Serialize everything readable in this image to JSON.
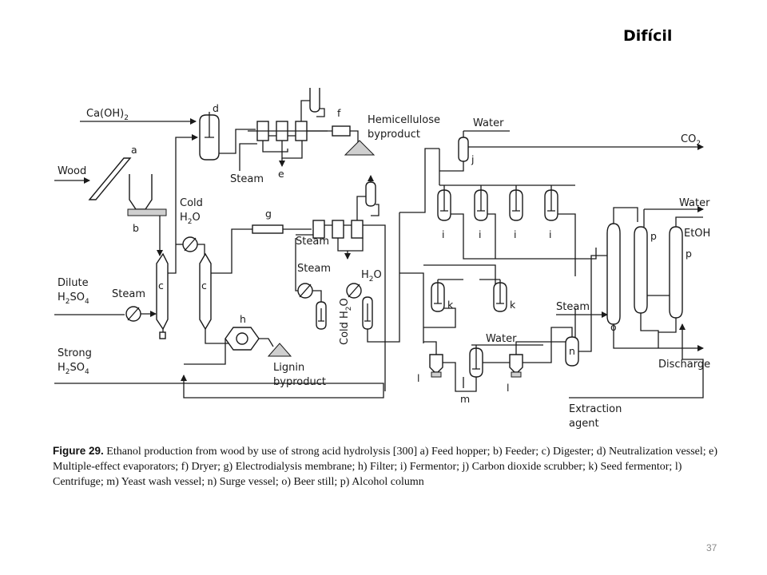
{
  "slide": {
    "title": "Difícil",
    "page_number": "37"
  },
  "diagram": {
    "streams": {
      "caoh2": "Ca(OH)",
      "caoh2_sub": "2",
      "wood": "Wood",
      "dilute": "Dilute",
      "dilute_acid": "H",
      "dilute_acid_sub": "2",
      "dilute_acid_rest": "SO",
      "dilute_acid_sub2": "4",
      "strong": "Strong",
      "strong_acid": "H",
      "strong_acid_sub": "2",
      "strong_acid_rest": "SO",
      "strong_acid_sub2": "4",
      "steam_a": "Steam",
      "steam_b": "Steam",
      "steam_c": "Steam",
      "steam_d": "Steam",
      "steam_e": "Steam",
      "cold_a": "Cold",
      "cold_h2o": "H",
      "cold_h2o_sub": "2",
      "cold_h2o_rest": "O",
      "cold_b": "Cold H",
      "cold_b_sub": "2",
      "cold_b_rest": "O",
      "h2o_top": "H",
      "h2o_top_sub": "2",
      "h2o_top_rest": "O",
      "hemicellulose": "Hemicellulose",
      "hemi_byproduct": "byproduct",
      "lignin": "Lignin",
      "lignin_byproduct": "byproduct",
      "water_top": "Water",
      "co2": "CO",
      "co2_sub": "2",
      "water_right": "Water",
      "etoh": "EtOH",
      "water_mid": "Water",
      "discharge": "Discharge",
      "extraction": "Extraction",
      "extraction_agent": "agent"
    },
    "equipment_labels": {
      "a": "a",
      "b": "b",
      "c1": "c",
      "c2": "c",
      "d": "d",
      "e": "e",
      "f": "f",
      "g": "g",
      "h": "h",
      "i1": "i",
      "i2": "i",
      "i3": "i",
      "i4": "i",
      "j": "j",
      "k1": "k",
      "k2": "k",
      "l1": "l",
      "l2": "l",
      "m": "m",
      "n": "n",
      "o": "o",
      "p1": "p",
      "p2": "p"
    }
  },
  "caption": {
    "figure_label": "Figure 29.",
    "text": " Ethanol production from wood by use of strong acid hydrolysis [300] a) Feed hopper; b) Feeder; c) Digester; d) Neutralization vessel; e) Multiple-effect evaporators; f) Dryer; g) Electrodialysis membrane; h) Filter; i) Fermentor; j) Carbon dioxide scrubber; k) Seed fermentor; l) Centrifuge; m) Yeast wash vessel; n) Surge vessel; o) Beer still; p) Alcohol column"
  }
}
